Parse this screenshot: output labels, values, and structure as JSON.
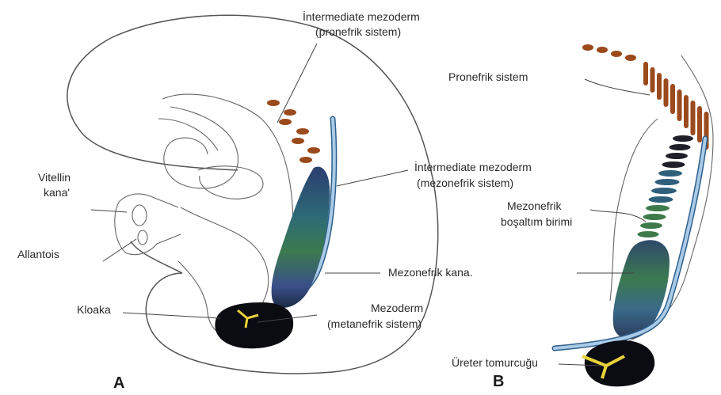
{
  "labels": {
    "intermediate_pronefrik_1": "İntermediate mezoderm",
    "intermediate_pronefrik_2": "(pronefrik sistem)",
    "vitellin_1": "Vitellin",
    "vitellin_2": "kana'",
    "allantois": "Allantois",
    "kloaka": "Kloaka",
    "intermediate_mezonefrik_1": "İntermediate mezoderm",
    "intermediate_mezonefrik_2": "(mezonefrik sistem)",
    "mezonefrik_kanal": "Mezonefrik kana.",
    "mezoderm_1": "Mezoderm",
    "mezoderm_2": "(metanefrik sistem)",
    "pronefrik_sistem": "Pronefrik sistem",
    "mezonefrik_birim_1": "Mezonefrik",
    "mezonefrik_birim_2": "boşaltım birimi",
    "ureter": "Üreter tomurcuğu",
    "panel_a": "A",
    "panel_b": "B"
  },
  "colors": {
    "pronefric": "#9a4a1c",
    "duct": "#a9cbe8",
    "duct_edge": "#2f5f8a",
    "metanephric": "#0b0b12",
    "ureter_bud": "#e8d23a",
    "mesonephric_mid": "#2f5f7a",
    "mesonephric_green": "#3f7a4a"
  }
}
